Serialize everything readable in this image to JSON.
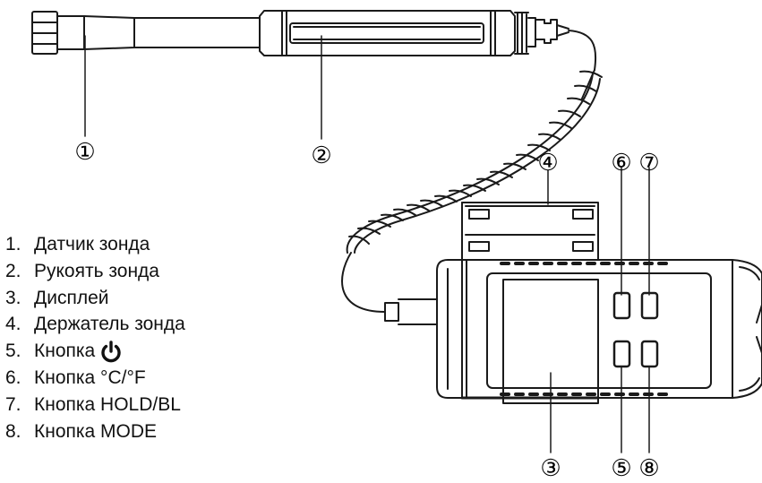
{
  "callouts": [
    "①",
    "②",
    "③",
    "④",
    "⑤",
    "⑥",
    "⑦",
    "⑧"
  ],
  "legend": {
    "items": [
      {
        "num": "1.",
        "text": "Датчик зонда"
      },
      {
        "num": "2.",
        "text": "Рукоять зонда"
      },
      {
        "num": "3.",
        "text": "Дисплей"
      },
      {
        "num": "4.",
        "text": "Держатель зонда"
      },
      {
        "num": "5.",
        "text": "Кнопка",
        "icon": "power-icon"
      },
      {
        "num": "6.",
        "text": "Кнопка °C/°F"
      },
      {
        "num": "7.",
        "text": "Кнопка HOLD/BL"
      },
      {
        "num": "8.",
        "text": "Кнопка MODE"
      }
    ]
  },
  "colors": {
    "line": "#1a1a1a",
    "background": "#ffffff"
  }
}
